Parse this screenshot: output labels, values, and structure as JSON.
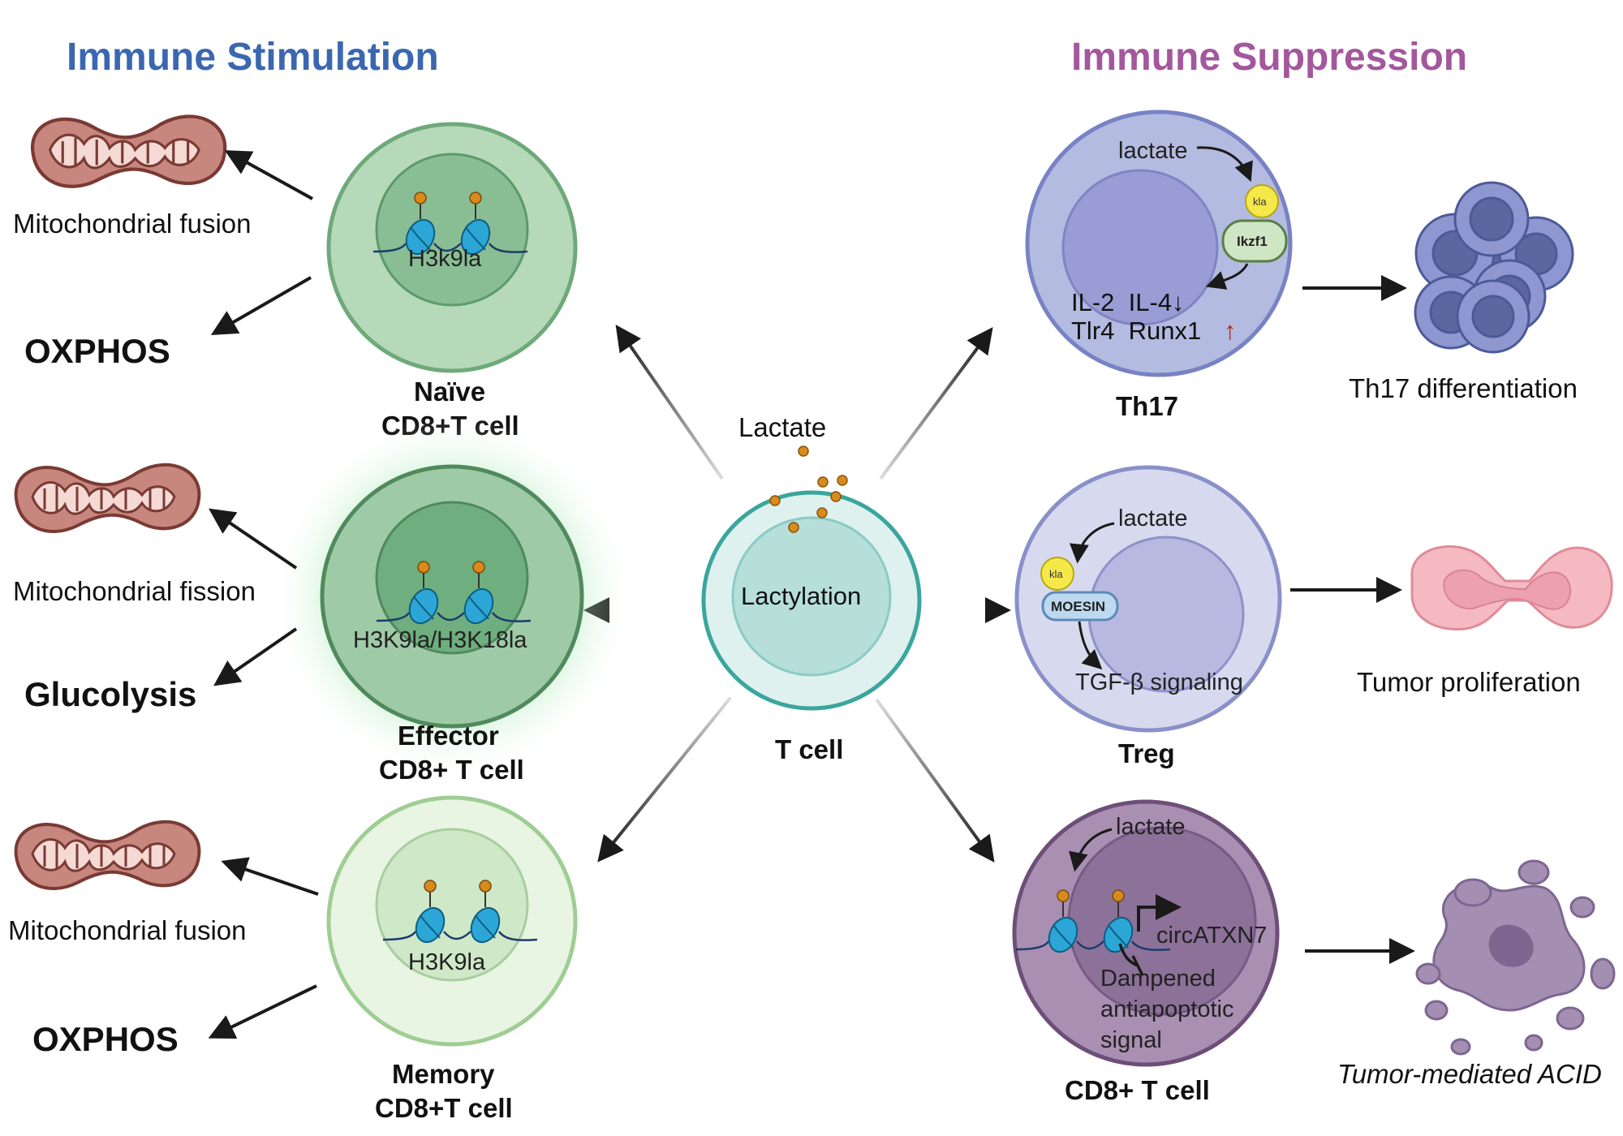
{
  "titles": {
    "stimulation": "Immune Stimulation",
    "suppression": "Immune Suppression"
  },
  "colors": {
    "stimulation_title": "#3b67b0",
    "suppression_title": "#a3579c",
    "arrow": "#1a1a1a",
    "mito_fill": "#c8877e",
    "mito_stroke": "#7a3a34",
    "lactate_dot": "#d98a1c",
    "nucleosome": "#2ba6d6"
  },
  "center": {
    "lactate": "Lactate",
    "lactylation": "Lactylation",
    "cell_label": "T cell"
  },
  "left": {
    "naive": {
      "mito_label": "Mitochondrial fusion",
      "metabolism": "OXPHOS",
      "nucleus_mark": "H3k9la",
      "name_line1": "Naïve",
      "name_line2": "CD8+T cell"
    },
    "effector": {
      "mito_label": "Mitochondrial fission",
      "metabolism": "Glucolysis",
      "nucleus_mark": "H3K9la/H3K18la",
      "name_line1": "Effector",
      "name_line2": "CD8+ T cell"
    },
    "memory": {
      "mito_label": "Mitochondrial fusion",
      "metabolism": "OXPHOS",
      "nucleus_mark": "H3K9la",
      "name_line1": "Memory",
      "name_line2": "CD8+T cell"
    }
  },
  "right": {
    "th17": {
      "lactate": "lactate",
      "kla": "kla",
      "protein": "Ikzf1",
      "genes_line1": "IL-2  IL-4↓",
      "genes_line2": "Tlr4  Runx1",
      "up_arrow": "↑",
      "name": "Th17",
      "outcome": "Th17 differentiation"
    },
    "treg": {
      "lactate": "lactate",
      "kla": "kla",
      "protein": "MOESIN",
      "signal": "TGF-β signaling",
      "name": "Treg",
      "outcome": "Tumor proliferation"
    },
    "cd8": {
      "lactate": "lactate",
      "gene": "circATXN7",
      "effect_line1": "Dampened",
      "effect_line2": "antiapoptotic",
      "effect_line3": "signal",
      "name": "CD8+ T cell",
      "outcome": "Tumor-mediated ACID"
    }
  }
}
